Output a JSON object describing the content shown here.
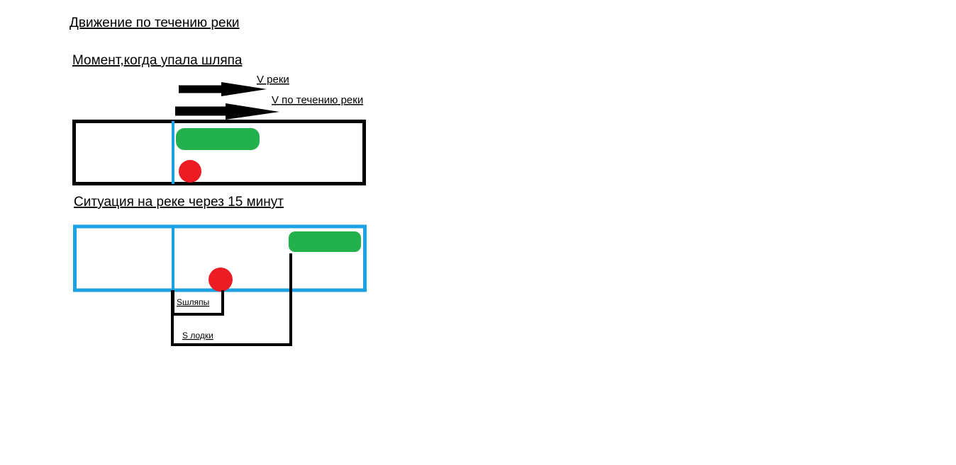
{
  "diagram": {
    "title": "Движение по течению реки",
    "scene1": {
      "heading": "Момент,когда упала шляпа",
      "arrow_river_label": "V реки",
      "arrow_downstream_label": "V по течению реки"
    },
    "scene2": {
      "heading": "Ситуация на реке через 15 минут",
      "hat_distance_label": "Sшляпы",
      "boat_distance_label": "S лодки"
    }
  },
  "colors": {
    "river_start": "#000000",
    "river_later": "#1ca1e2",
    "start_line": "#1ca1e2",
    "boat": "#22b14c",
    "hat": "#ed1c24",
    "arrows": "#000000"
  },
  "icons": {
    "boat": "green-rounded-rectangle",
    "hat": "red-circle"
  }
}
